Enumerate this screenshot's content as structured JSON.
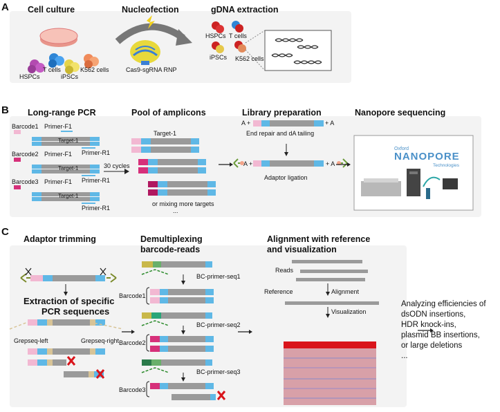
{
  "panels": {
    "a": "A",
    "b": "B",
    "c": "C"
  },
  "a": {
    "cell_culture": "Cell culture",
    "nucleofection": "Nucleofection",
    "gdna": "gDNA extraction",
    "hspcs": "HSPCs",
    "tcells": "T cells",
    "ipscs": "iPSCs",
    "k562": "K562 cells",
    "rnp": "Cas9-sgRNA RNP"
  },
  "b": {
    "lrpcr": "Long-range PCR",
    "pool": "Pool of amplicons",
    "libprep": "Library preparation",
    "nanopore": "Nanopore sequencing",
    "barcode1": "Barcode1",
    "barcode2": "Barcode2",
    "barcode3": "Barcode3",
    "primer_f1": "Primer-F1",
    "primer_r1": "Primer-R1",
    "target1": "Target-1",
    "cycles": "30 cycles",
    "mixing": "or mixing more targets",
    "ellipsis": "...",
    "a_plus": "A +",
    "plus_a": "+ A",
    "end_repair": "End repair and dA tailing",
    "adaptor_ligation": "Adaptor ligation",
    "oxford": "Oxford",
    "nano_logo": "NANOPORE",
    "technologies": "Technologies"
  },
  "c": {
    "adaptor_trim": "Adaptor trimming",
    "extraction_l1": "Extraction of specific",
    "extraction_l2": "PCR sequences",
    "grep_left": "Grepseq-left",
    "grep_right": "Grepseq-right",
    "demux_l1": "Demultiplexing",
    "demux_l2": "barcode-reads",
    "bc1": "BC-primer-seq1",
    "bc2": "BC-primer-seq2",
    "bc3": "BC-primer-seq3",
    "barcode1": "Barcode1",
    "barcode2": "Barcode2",
    "barcode3": "Barcode3",
    "align_l1": "Alignment with reference",
    "align_l2": "and visualization",
    "reads": "Reads",
    "reference": "Reference",
    "alignment": "Alignment",
    "visualization": "Visualization",
    "final": [
      "Analyzing efficiencies of",
      "dsODN insertions,",
      "HDR knock-ins,",
      "plasmid BB insertions,",
      "or large deletions",
      "..."
    ]
  },
  "colors": {
    "pink": "#f2b8d2",
    "magenta": "#d6307a",
    "blue": "#5fb8e6",
    "gray": "#9a9a9a",
    "tan": "#d8c497",
    "red": "#d9141b",
    "panel": "#f3f3f3"
  }
}
